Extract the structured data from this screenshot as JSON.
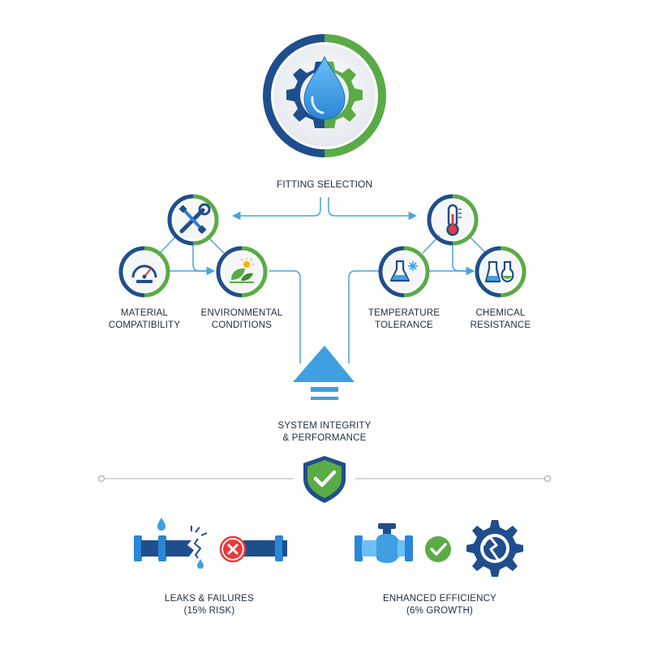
{
  "title": "FITTING SELECTION",
  "factors": {
    "material": [
      "MATERIAL",
      "COMPATIBILITY"
    ],
    "environmental": [
      "ENVIRONMENTAL",
      "CONDITIONS"
    ],
    "temperature": [
      "TEMPERATURE",
      "TOLERANCE"
    ],
    "chemical": [
      "CHEMICAL",
      "RESISTANCE"
    ]
  },
  "center": [
    "SYSTEM INTEGRITY",
    "& PERFORMANCE"
  ],
  "outcomes": {
    "negative": [
      "LEAKS & FAILURES",
      "(15% RISK)"
    ],
    "positive": [
      "ENHANCED EFFICIENCY",
      "(6% GROWTH)"
    ]
  },
  "colors": {
    "navy": "#1f4e8c",
    "green": "#5aab46",
    "light_blue": "#3f9fe0",
    "red": "#e63b3b",
    "line": "#4aa3df",
    "grey_line": "#c8ccd2"
  },
  "icons": [
    "water-drop-gear-icon",
    "wrench-screwdriver-icon",
    "thermometer-icon",
    "gauge-icon",
    "leaf-sun-icon",
    "flask-snowflake-icon",
    "beakers-icon",
    "up-arrow-icon",
    "shield-check-icon",
    "broken-pipe-icon",
    "x-circle-icon",
    "valve-icon",
    "check-circle-icon",
    "broken-gear-icon"
  ]
}
